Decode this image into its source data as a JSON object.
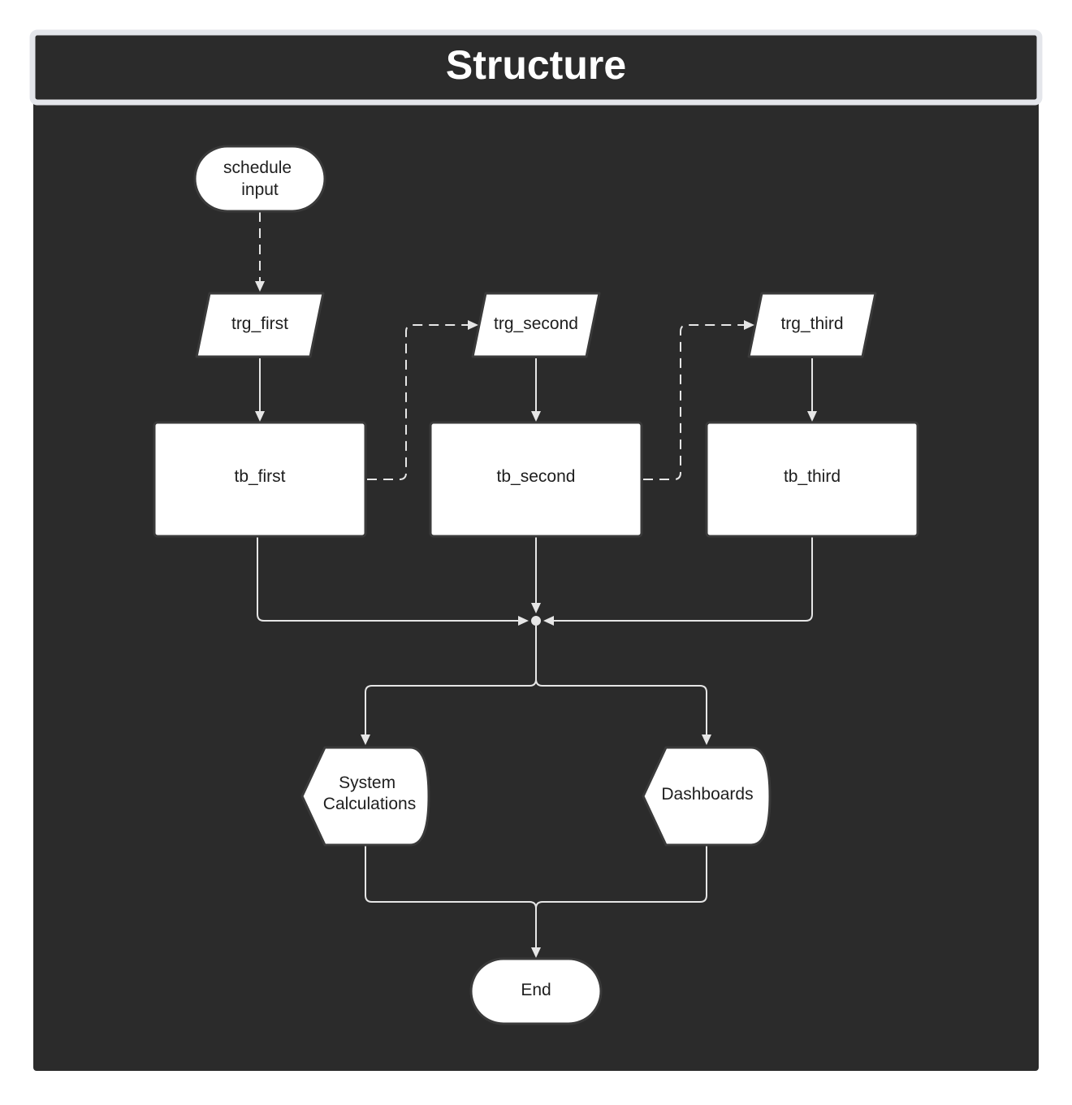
{
  "diagram": {
    "title": "Structure",
    "colors": {
      "background": "#2b2b2b",
      "title_border": "#e4e6eb",
      "node_fill": "#ffffff",
      "node_stroke": "#3a3a3a",
      "edge": "#e6e6e6"
    },
    "nodes": {
      "schedule_input": {
        "line1": "schedule",
        "line2": "input"
      },
      "trg_first": {
        "label": "trg_first"
      },
      "trg_second": {
        "label": "trg_second"
      },
      "trg_third": {
        "label": "trg_third"
      },
      "tb_first": {
        "label": "tb_first"
      },
      "tb_second": {
        "label": "tb_second"
      },
      "tb_third": {
        "label": "tb_third"
      },
      "system_calculations": {
        "line1": "System",
        "line2": "Calculations"
      },
      "dashboards": {
        "label": "Dashboards"
      },
      "end": {
        "label": "End"
      }
    }
  }
}
